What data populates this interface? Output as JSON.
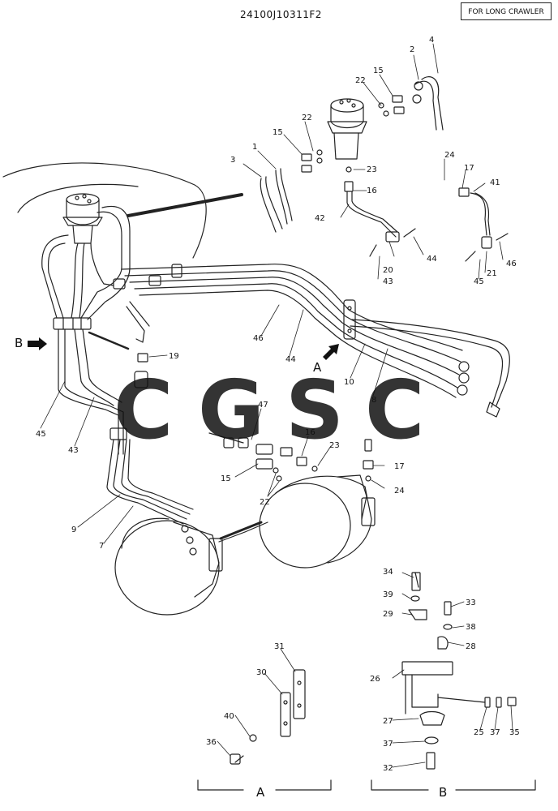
{
  "header": {
    "part_code": "24100J10311F2",
    "variant_label": "FOR LONG CRAWLER"
  },
  "watermark": {
    "letters": [
      "C",
      "G",
      "S",
      "C"
    ],
    "colors": [
      "#5b9bf2",
      "#f2857b",
      "#f7d56b",
      "#5fb88a"
    ]
  },
  "view_markers": {
    "a": "A",
    "b": "B"
  },
  "detail_captions": {
    "a": "A",
    "b": "B"
  },
  "callouts": {
    "n1": "1",
    "n2": "2",
    "n3": "3",
    "n4": "4",
    "n7": "7",
    "n8": "8",
    "n9": "9",
    "n10": "10",
    "n15a": "15",
    "n15b": "15",
    "n15c": "15",
    "n16a": "16",
    "n16b": "16",
    "n17a": "17",
    "n17b": "17",
    "n19": "19",
    "n20": "20",
    "n21": "21",
    "n22a": "22",
    "n22b": "22",
    "n22c": "22",
    "n23a": "23",
    "n23b": "23",
    "n24a": "24",
    "n24b": "24",
    "n25": "25",
    "n26": "26",
    "n27": "27",
    "n28": "28",
    "n29": "29",
    "n30": "30",
    "n31": "31",
    "n32": "32",
    "n33": "33",
    "n34": "34",
    "n35": "35",
    "n36": "36",
    "n37a": "37",
    "n37b": "37",
    "n38": "38",
    "n39": "39",
    "n40": "40",
    "n41": "41",
    "n42": "42",
    "n43a": "43",
    "n43b": "43",
    "n44a": "44",
    "n44b": "44",
    "n45a": "45",
    "n45b": "45",
    "n46a": "46",
    "n46b": "46",
    "n47": "47"
  }
}
